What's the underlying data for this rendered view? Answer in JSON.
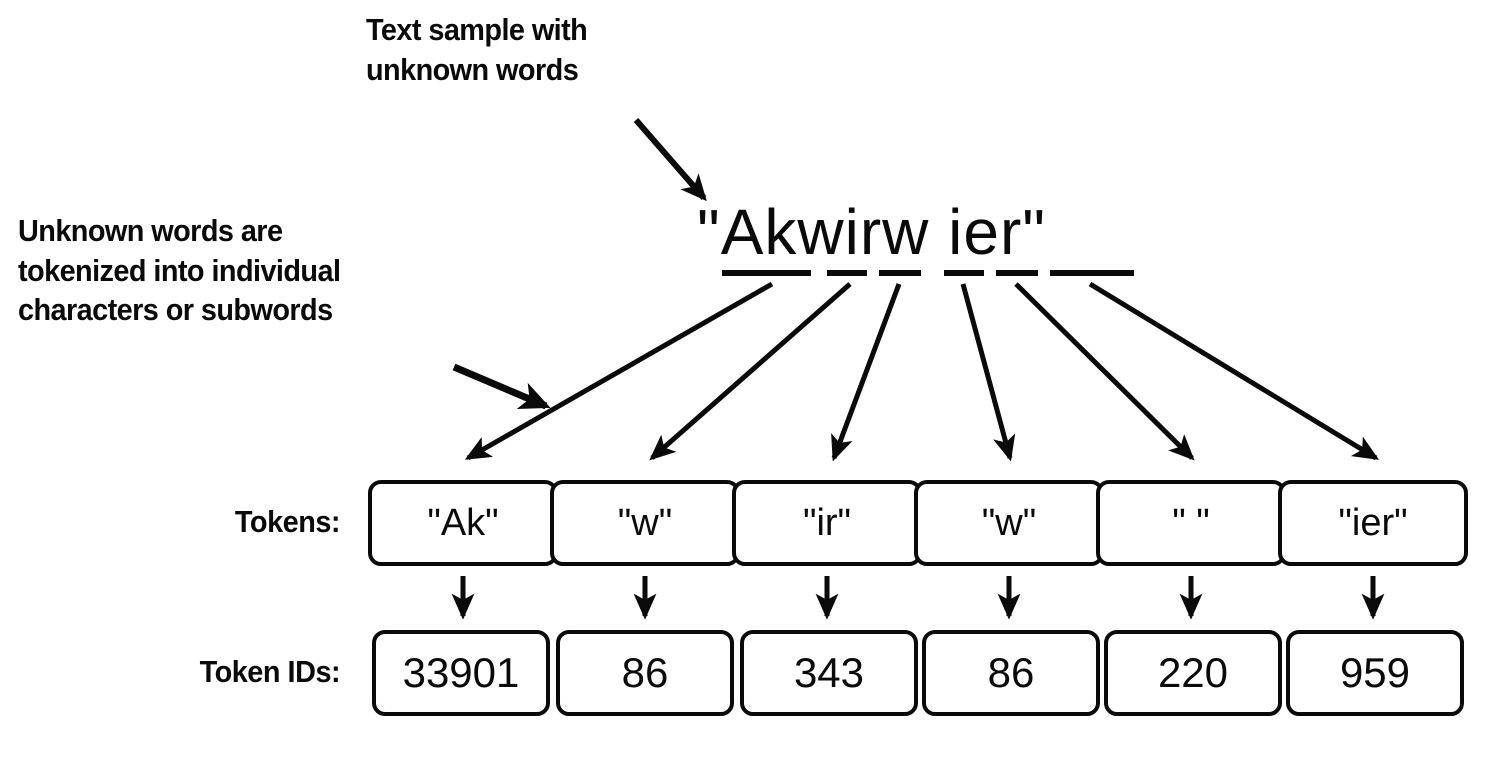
{
  "annotations": {
    "top": "Text sample with\nunknown words",
    "left": "Unknown words are\ntokenized into individual\ncharacters or subwords"
  },
  "sample": {
    "text": "\"Akwirw ier\"",
    "segments": [
      "Ak",
      "w",
      "ir",
      "w",
      " ",
      "ier"
    ]
  },
  "rows": {
    "tokens_label": "Tokens:",
    "ids_label": "Token IDs:"
  },
  "tokens": [
    {
      "label": "\"Ak\"",
      "id": "33901"
    },
    {
      "label": "\"w\"",
      "id": "86"
    },
    {
      "label": "\"ir\"",
      "id": "343"
    },
    {
      "label": "\"w\"",
      "id": "86"
    },
    {
      "label": "\" \"",
      "id": "220"
    },
    {
      "label": "\"ier\"",
      "id": "959"
    }
  ],
  "colors": {
    "ink": "#0a0a0a",
    "background": "#ffffff",
    "box_fill": "#ffffff"
  }
}
